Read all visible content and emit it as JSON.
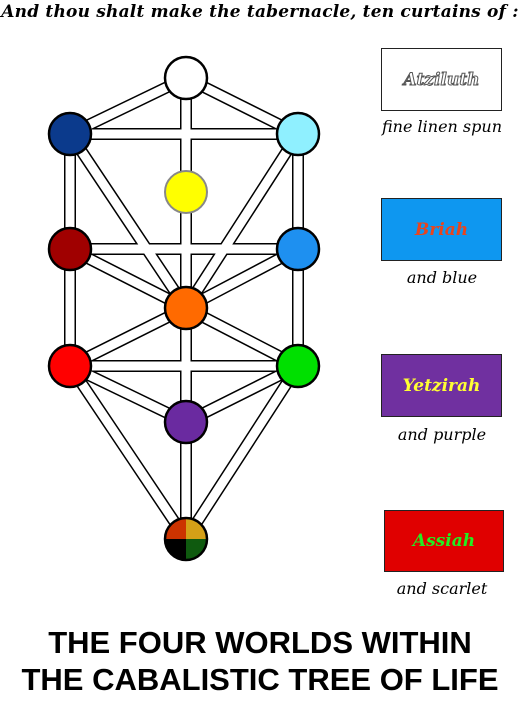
{
  "caption": "And thou shalt make the tabernacle, ten curtains of :",
  "worlds": [
    {
      "name": "Atziluth",
      "caption": "fine linen spun",
      "box_color": "#ffffff",
      "text_color": "#ffffff"
    },
    {
      "name": "Briah",
      "caption": "and blue",
      "box_color": "#0e97f0",
      "text_color": "#e8451e"
    },
    {
      "name": "Yetzirah",
      "caption": "and purple",
      "box_color": "#7030a0",
      "text_color": "#ffff33"
    },
    {
      "name": "Assiah",
      "caption": "and scarlet",
      "box_color": "#e00000",
      "text_color": "#22ee22"
    }
  ],
  "title_line_1": "THE FOUR WORLDS WITHIN",
  "title_line_2": "THE CABALISTIC TREE OF LIFE",
  "sephiroth_colors": {
    "kether": "#ffffff",
    "chokmah": "#8ff0ff",
    "binah": "#0b3a8c",
    "daath": "#ffff00",
    "chesed": "#1e90f0",
    "geburah": "#a00000",
    "tiphareth": "#ff6a00",
    "netzach": "#00e000",
    "hod": "#ff0000",
    "yesod": "#6a2aa0",
    "malkuth": [
      "#d4a017",
      "#0f5a0f",
      "#000000",
      "#cc3300"
    ]
  }
}
